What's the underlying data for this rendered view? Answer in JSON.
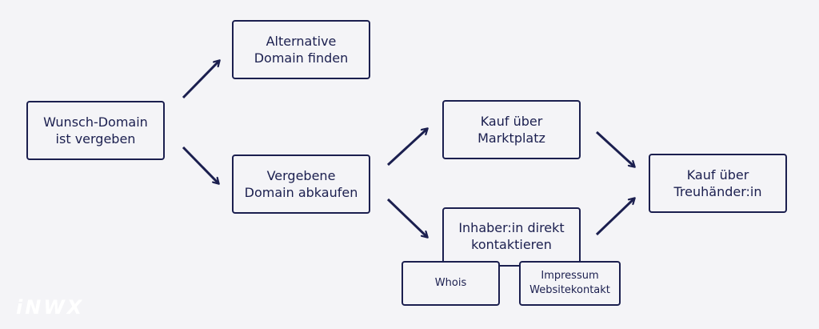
{
  "nodes": {
    "wunsch": {
      "line1": "Wunsch-Domain",
      "line2": "ist vergeben"
    },
    "alternative": {
      "line1": "Alternative",
      "line2": "Domain finden"
    },
    "vergebene": {
      "line1": "Vergebene",
      "line2": "Domain abkaufen"
    },
    "marktplatz": {
      "line1": "Kauf über",
      "line2": "Marktplatz"
    },
    "inhaber": {
      "line1": "Inhaber:in direkt",
      "line2": "kontaktieren"
    },
    "treuhaender": {
      "line1": "Kauf über",
      "line2": "Treuhänder:in"
    },
    "whois": {
      "line1": "Whois"
    },
    "impressum": {
      "line1": "Impressum",
      "line2": "Websitekontakt"
    }
  },
  "logo": {
    "text": "iNWX"
  },
  "colors": {
    "background": "#f4f4f7",
    "navy": "#1b1f4f",
    "logo": "#ffffff"
  }
}
